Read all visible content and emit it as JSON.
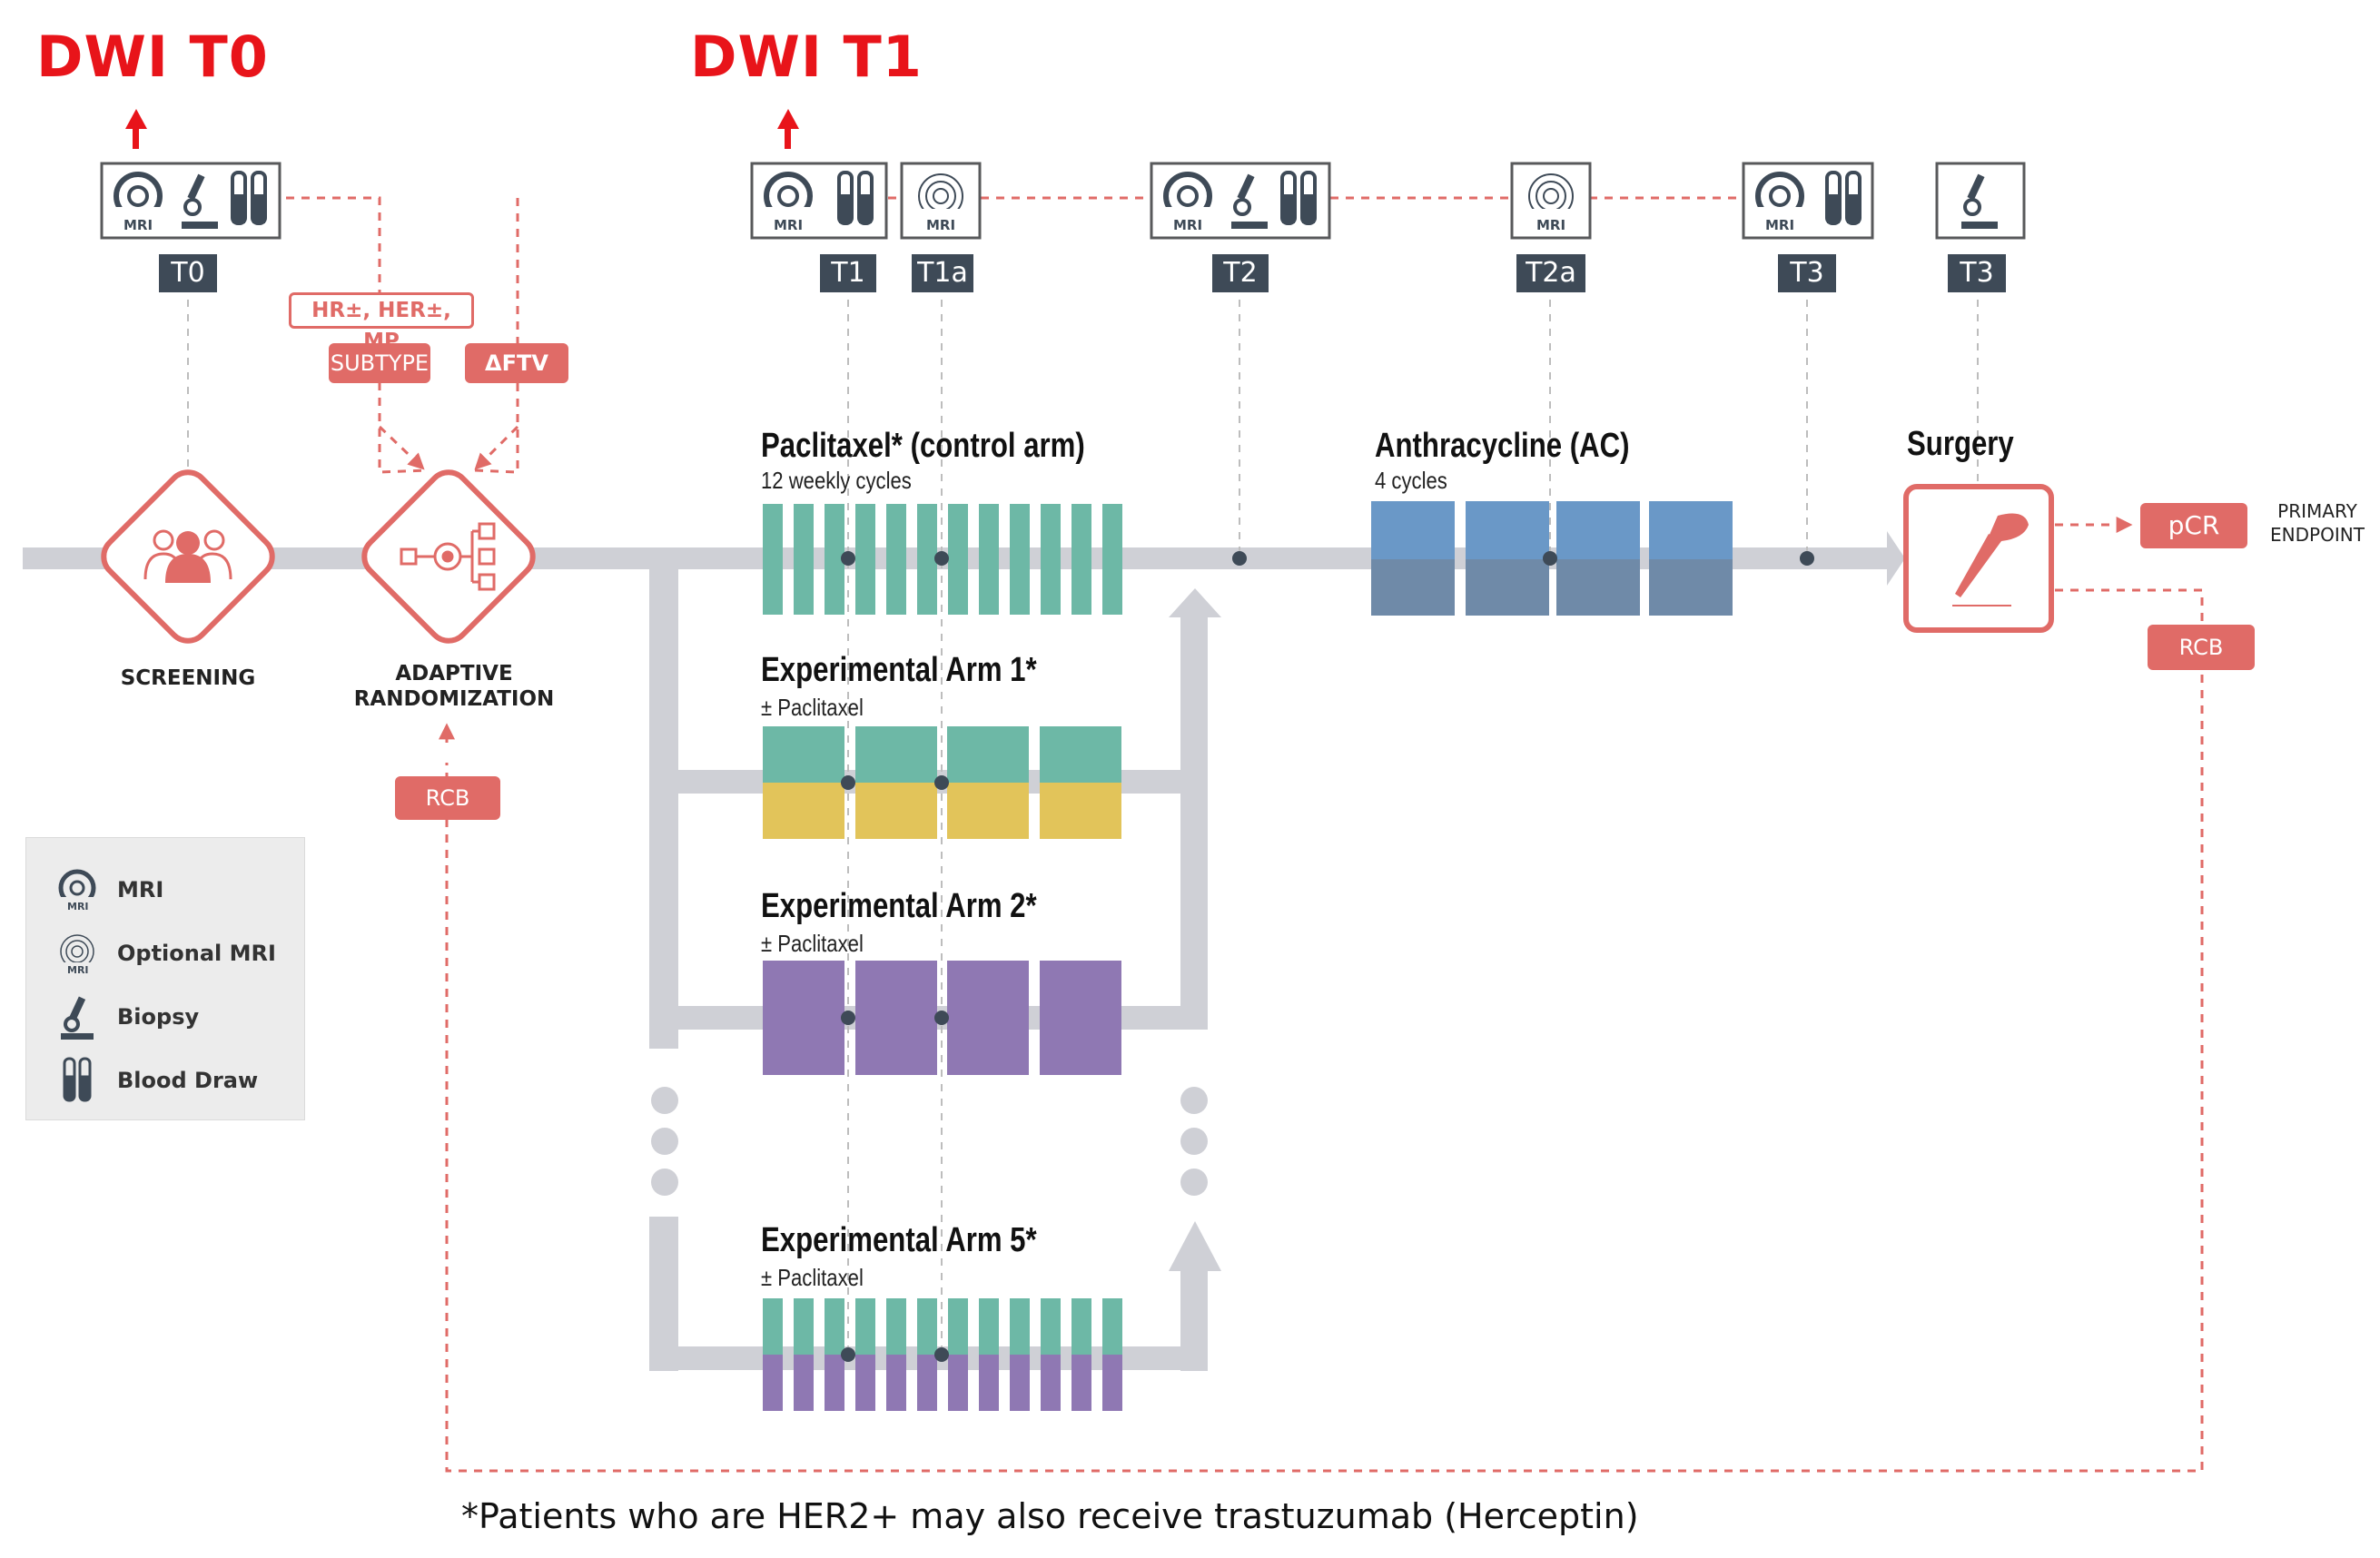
{
  "header": {
    "dwi_t0": "DWI T0",
    "dwi_t1": "DWI T1"
  },
  "timepoints": [
    "T0",
    "T1",
    "T1a",
    "T2",
    "T2a",
    "T3",
    "T3"
  ],
  "pills": {
    "hr_her": "HR±, HER±, MP",
    "subtype": "SUBTYPE",
    "dftv": "ΔFTV",
    "rcb_left": "RCB",
    "rcb_right": "RCB",
    "pcr": "pCR"
  },
  "stages": {
    "screening": "SCREENING",
    "adaptive_line1": "ADAPTIVE",
    "adaptive_line2": "RANDOMIZATION"
  },
  "arms": {
    "control_title": "Paclitaxel* (control arm)",
    "control_sub": "12 weekly cycles",
    "exp1_title": "Experimental Arm 1*",
    "exp1_sub": "± Paclitaxel",
    "exp2_title": "Experimental Arm 2*",
    "exp2_sub": "± Paclitaxel",
    "exp5_title": "Experimental Arm 5*",
    "exp5_sub": "± Paclitaxel",
    "ac_title": "Anthracycline (AC)",
    "ac_sub": "4 cycles",
    "surgery_title": "Surgery"
  },
  "endpoint": {
    "line1": "PRIMARY",
    "line2": "ENDPOINT"
  },
  "legend": {
    "mri": "MRI",
    "optional_mri": "Optional MRI",
    "biopsy": "Biopsy",
    "blood_draw": "Blood Draw",
    "mri_icon_text": "MRI"
  },
  "footnote": "*Patients who are HER2+ may also receive trastuzumab (Herceptin)",
  "colors": {
    "accent_red": "#e8141a",
    "coral": "#e06b67",
    "teal": "#6db8a6",
    "yellow": "#e2c45a",
    "purple": "#8f78b3",
    "blue": "#6a98c7",
    "dark_tag": "#3e4a57",
    "flow_gray": "#cfd0d6"
  },
  "icons": [
    "mri-icon",
    "optional-mri-icon",
    "biopsy-microscope-icon",
    "blood-draw-icon",
    "people-icon",
    "network-icon",
    "surgery-scalpel-icon",
    "up-arrow-icon"
  ]
}
